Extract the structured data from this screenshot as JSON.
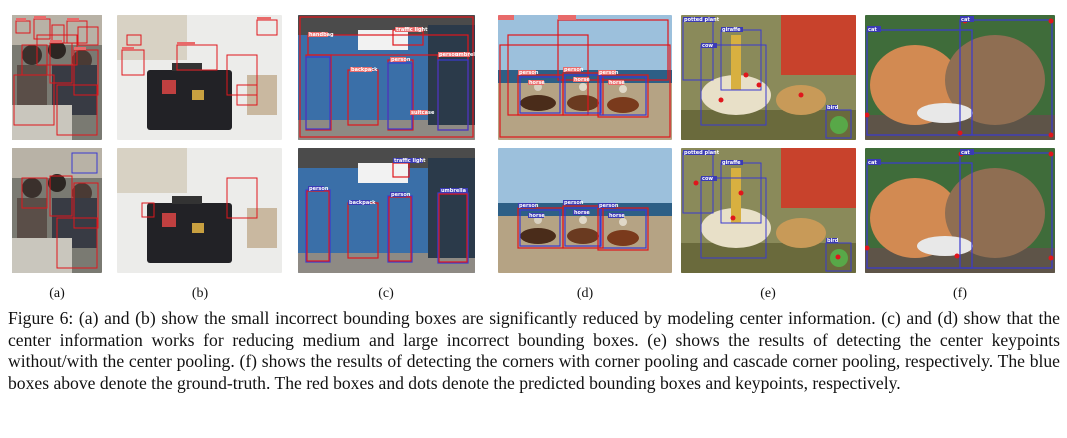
{
  "figure": {
    "panel_labels": [
      "(a)",
      "(b)",
      "(c)",
      "(d)",
      "(e)",
      "(f)"
    ],
    "caption": "Figure 6: (a) and (b) show the small incorrect bounding boxes are significantly reduced by modeling center information. (c) and (d) show that the center information works for reducing medium and large incorrect bounding boxes. (e) shows the results of detecting the center keypoints without/with the center pooling. (f) shows the results of detecting the corners with corner pooling and cascade corner pooling, respectively. The blue boxes above denote the ground-truth. The red boxes and dots denote the predicted bounding boxes and keypoints, respectively."
  },
  "box_labels": {
    "c_top": [
      "traffic light",
      "person",
      "backpack",
      "person",
      "suitcase",
      "umbrella",
      "handbag"
    ],
    "c_bottom": [
      "traffic light",
      "person",
      "backpack",
      "person",
      "umbrella"
    ],
    "d_top": [
      "person",
      "horse",
      "person",
      "horse",
      "person",
      "horse"
    ],
    "d_bottom": [
      "person",
      "horse",
      "person",
      "horse",
      "person",
      "horse"
    ],
    "e_top": [
      "potted plant",
      "giraffe",
      "cow",
      "bird"
    ],
    "e_bottom": [
      "potted plant",
      "giraffe",
      "cow",
      "bird"
    ],
    "f_top": [
      "cat",
      "cat"
    ],
    "f_bottom": [
      "cat",
      "cat"
    ]
  },
  "colors": {
    "prediction": "#e0161c",
    "ground_truth": "#3a3ad0",
    "label_bg_red": "#e86a6a",
    "label_bg_blue": "#3b3bb5"
  }
}
